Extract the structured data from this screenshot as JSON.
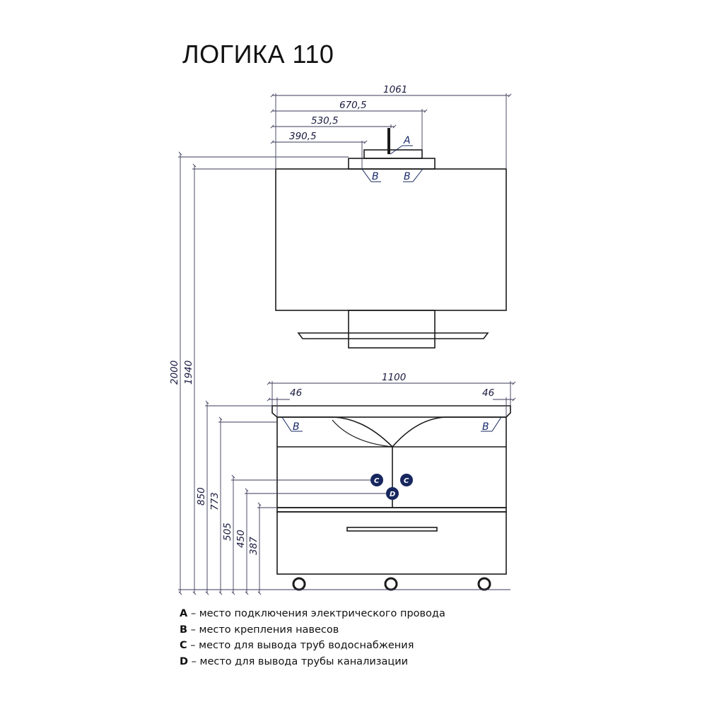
{
  "title": "ЛОГИКА 110",
  "top_dimensions": {
    "width_total": "1061",
    "d1": "670,5",
    "d2": "530,5",
    "d3": "390,5"
  },
  "height_dimensions": {
    "h_total": "2000",
    "h_mirror_top": "1940",
    "h_850": "850",
    "h_773": "773",
    "h_505": "505",
    "h_450": "450",
    "h_387": "387"
  },
  "cabinet_dimensions": {
    "width": "1100",
    "left_overhang": "46",
    "right_overhang": "46"
  },
  "markers": {
    "a": "A",
    "b": "B",
    "c": "C",
    "d": "D"
  },
  "legend": [
    {
      "key": "A",
      "text": " – место подключения электрического провода"
    },
    {
      "key": "B",
      "text": " – место крепления навесов"
    },
    {
      "key": "C",
      "text": " – место для вывода труб водоснабжения"
    },
    {
      "key": "D",
      "text": " – место для вывода трубы канализации"
    }
  ],
  "colors": {
    "line": "#1a1a1a",
    "dim_line": "#3a3a5a",
    "marker_navy": "#17275e"
  }
}
